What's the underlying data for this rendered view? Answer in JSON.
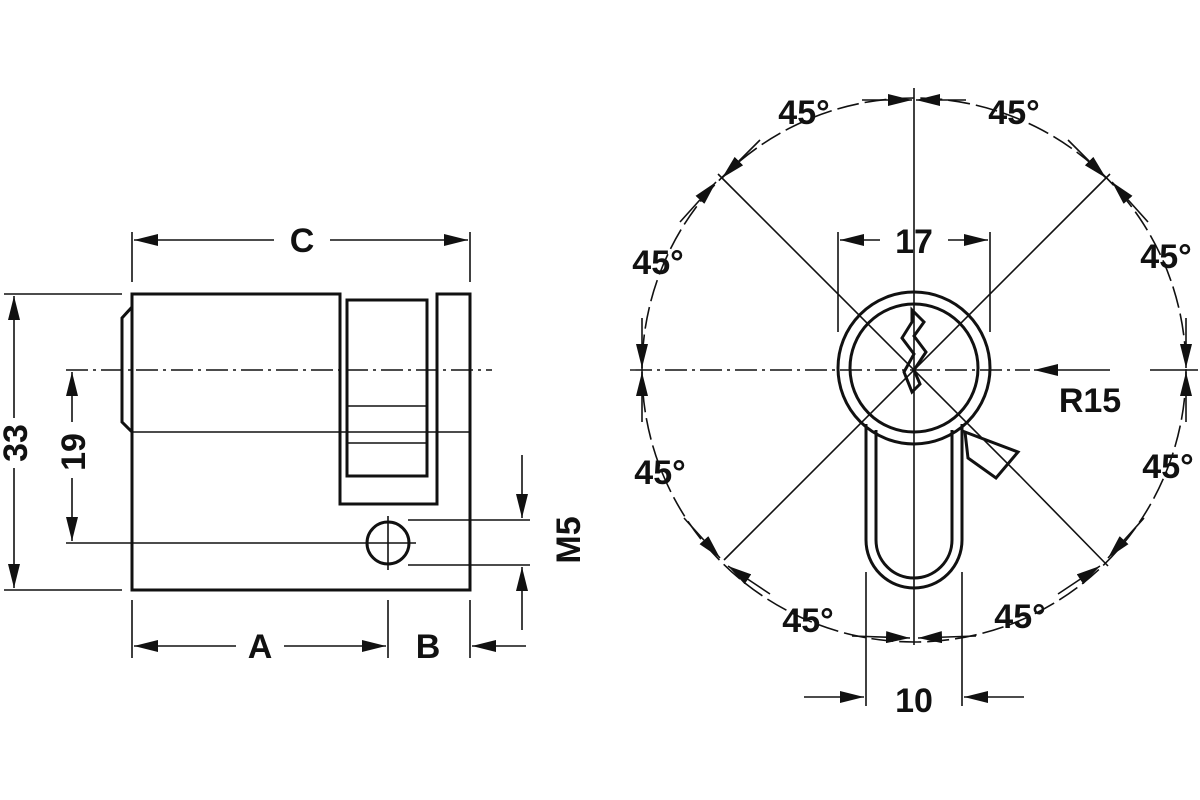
{
  "side_view": {
    "overall_height": "33",
    "axis_height": "19",
    "length_c": "C",
    "length_a": "A",
    "length_b": "B",
    "screw_hole": "M5"
  },
  "front_view": {
    "body_width": "17",
    "tail_width": "10",
    "cam_radius": "R15",
    "angle_top_left": "45°",
    "angle_top_right": "45°",
    "angle_upper_left": "45°",
    "angle_upper_right": "45°",
    "angle_lower_left": "45°",
    "angle_lower_right": "45°",
    "angle_bottom_left": "45°",
    "angle_bottom_right": "45°"
  }
}
